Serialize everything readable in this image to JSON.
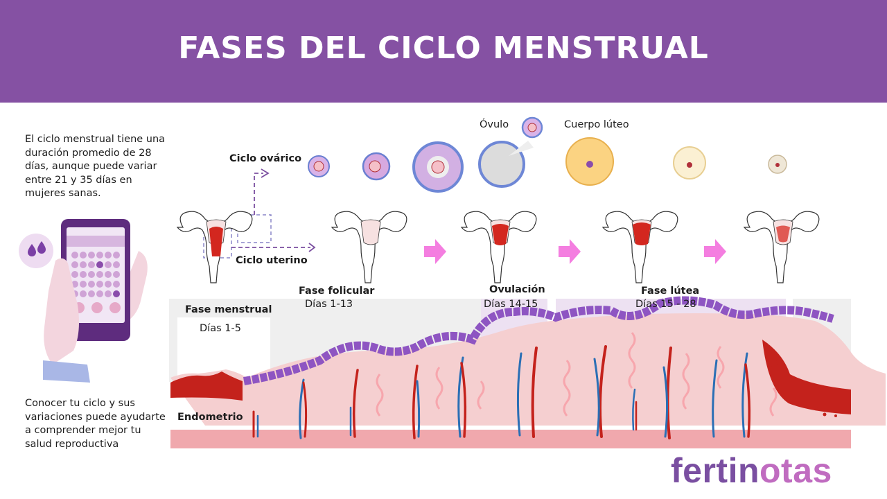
{
  "title": "FASES DEL CICLO MENSTRUAL",
  "intro_text": "El ciclo menstrual tiene una duración promedio de 28 días, aunque puede variar entre 21 y 35 días en mujeres sanas.",
  "outro_text": "Conocer tu ciclo y sus variaciones puede ayudarte a comprender mejor tu salud reproductiva",
  "labels": {
    "ovarian_cycle": "Ciclo ovárico",
    "uterine_cycle": "Ciclo uterino",
    "ovum": "Óvulo",
    "corpus_luteum": "Cuerpo lúteo",
    "endometrium": "Endometrio"
  },
  "phases": [
    {
      "name": "Fase menstrual",
      "days": "Días 1-5"
    },
    {
      "name": "Fase folicular",
      "days": "Días 1-13"
    },
    {
      "name": "Ovulación",
      "days": "Días 14-15"
    },
    {
      "name": "Fase lútea",
      "days": "Días 15 - 28"
    }
  ],
  "logo": {
    "part1": "fertin",
    "part2": "otas"
  },
  "colors": {
    "header": "#8551a3",
    "accent_pink": "#f47ee0",
    "endometrium": "#f4cccc",
    "blood": "#c4221c",
    "vein": "#2a6fb5",
    "cell": "#8e55c2"
  }
}
